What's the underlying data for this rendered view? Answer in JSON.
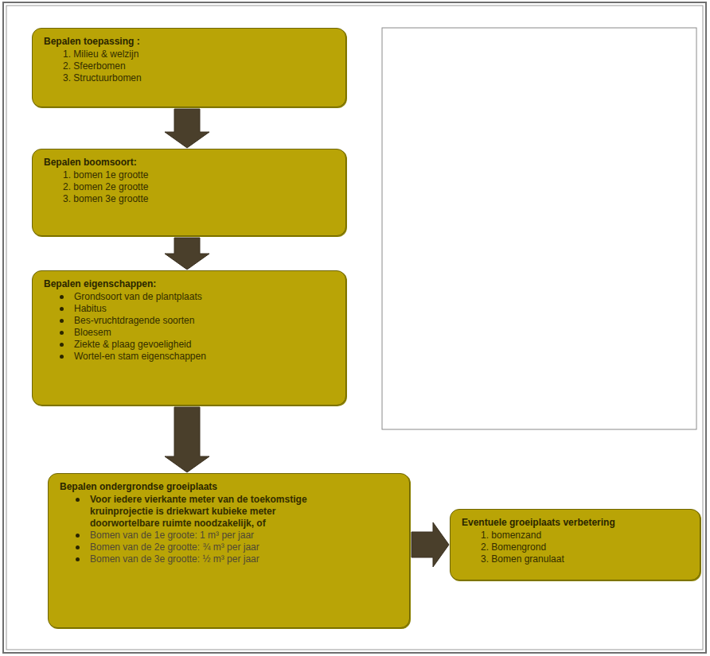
{
  "diagram": {
    "nodes": [
      {
        "text": [
          "Bepalen toepassing :",
          "1. Milieu & welzijn",
          "2. Sfeerbomen",
          "3. Structuurbomen"
        ]
      },
      {
        "text": [
          "Bepalen boomsoort:",
          "1. bomen 1e grootte",
          "2. bomen 2e grootte",
          "3. bomen 3e grootte"
        ]
      },
      {
        "text": [
          "Bepalen eigenschappen:",
          "Grondsoort van de plantplaats",
          "Habitus",
          "Bes-vruchtdragende soorten",
          "Bloesem",
          "Ziekte & plaag gevoeligheid",
          "Wortel-en stam eigenschappen"
        ]
      },
      {
        "text": [
          "Bepalen ondergrondse groeiplaats",
          "Voor iedere vierkante meter van de toekomstige kruinprojectie is driekwart kubieke meter doorwortelbare ruimte noodzakelijk, of",
          "Bomen van de 1e groote: 1 m³ per jaar",
          "Bomen van de 2e grootte: ¾ m³ per jaar",
          "Bomen van de 3e grootte: ½ m³ per jaar"
        ]
      },
      {
        "text": [
          "Eventuele groeiplaats verbetering",
          "1. bomenzand",
          "2. Bomengrond",
          "3. Bomen granulaat"
        ]
      }
    ],
    "edges": [
      {
        "from": 0,
        "to": 1,
        "arrow": "to"
      },
      {
        "from": 1,
        "to": 2,
        "arrow": "to"
      },
      {
        "from": 2,
        "to": 3,
        "arrow": "to"
      },
      {
        "from": 3,
        "to": 4,
        "arrow": "to"
      }
    ]
  }
}
